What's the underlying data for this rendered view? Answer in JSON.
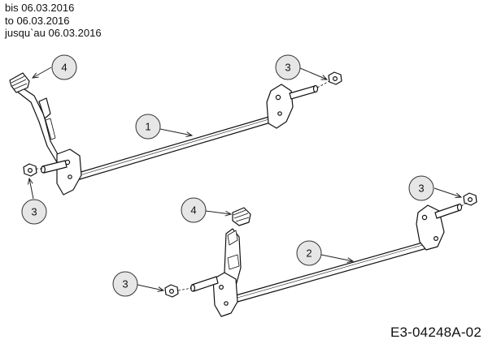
{
  "header": {
    "lines": [
      "bis 06.03.2016",
      "to 06.03.2016",
      "jusqu`au 06.03.2016"
    ]
  },
  "callouts": {
    "axle_upper": "1",
    "axle_lower": "2",
    "nut_upper_right": "3",
    "nut_upper_left": "3",
    "nut_lower_right": "3",
    "nut_lower_left": "3",
    "cap_upper": "4",
    "cap_lower": "4"
  },
  "drawing_code": "E3-04248A-02"
}
